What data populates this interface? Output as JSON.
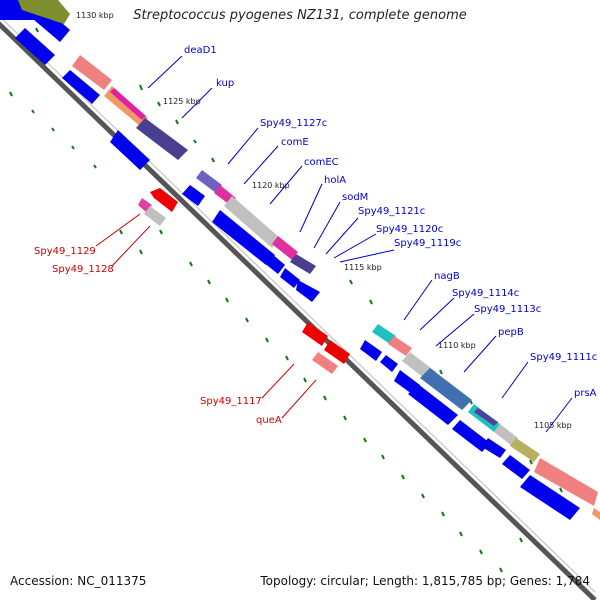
{
  "title": "Streptococcus pyogenes NZ131, complete genome",
  "footer": {
    "accession": "Accession: NC_011375",
    "summary": "Topology: circular; Length: 1,815,785 bp; Genes: 1,784"
  },
  "scale_labels": [
    "1130 kbp",
    "1125 kbp",
    "1120 kbp",
    "1115 kbp",
    "1110 kbp",
    "1105 kbp"
  ],
  "forward_gene_labels": [
    "deaD1",
    "kup",
    "Spy49_1127c",
    "comE",
    "comEC",
    "holA",
    "sodM",
    "Spy49_1121c",
    "Spy49_1120c",
    "Spy49_1119c",
    "nagB",
    "Spy49_1114c",
    "Spy49_1113c",
    "pepB",
    "Spy49_1111c",
    "prsA"
  ],
  "reverse_gene_labels": [
    "Spy49_1129",
    "Spy49_1128",
    "Spy49_1117",
    "queA"
  ],
  "colors": {
    "backbone": "#666666",
    "cds": "#0000ee",
    "reverse": "#ee0000",
    "label_blue": "#0000cc",
    "label_red": "#cc0000",
    "tick": "#117711"
  }
}
